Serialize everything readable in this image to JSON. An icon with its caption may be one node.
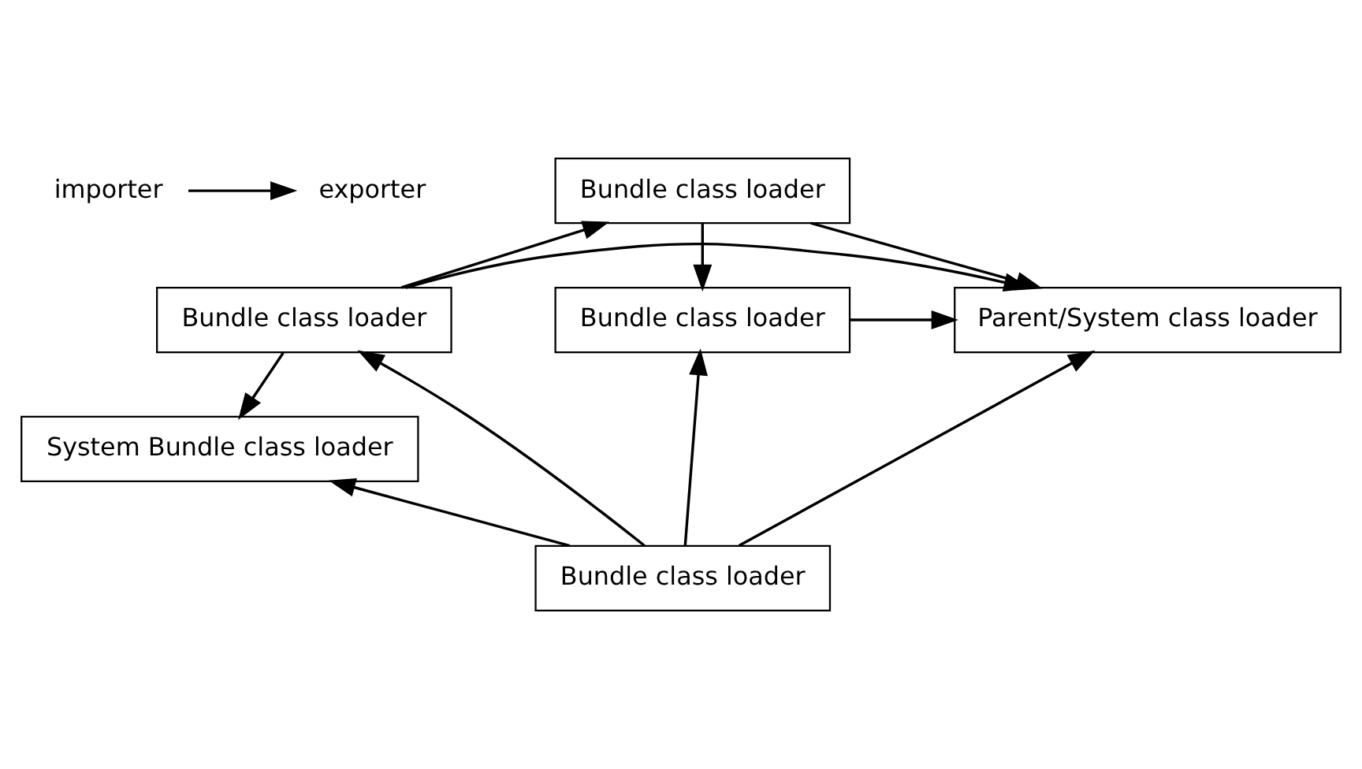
{
  "diagram": {
    "nodes": [
      {
        "text": [
          "importer"
        ]
      },
      {
        "text": [
          "exporter"
        ]
      },
      {
        "text": [
          "Bundle class loader"
        ]
      },
      {
        "text": [
          "Bundle class loader"
        ]
      },
      {
        "text": [
          "Parent/System class loader"
        ]
      },
      {
        "text": [
          "Bundle class loader"
        ]
      },
      {
        "text": [
          "System Bundle class loader"
        ]
      },
      {
        "text": [
          "Bundle class loader"
        ]
      }
    ],
    "edges": [
      {
        "from": 0,
        "to": 1,
        "arrow": "to"
      },
      {
        "from": 2,
        "to": 3,
        "arrow": "to"
      },
      {
        "from": 2,
        "to": 4,
        "arrow": "to"
      },
      {
        "from": 5,
        "to": 2,
        "arrow": "to"
      },
      {
        "from": 3,
        "to": 4,
        "arrow": "to"
      },
      {
        "from": 5,
        "to": 4,
        "arrow": "to"
      },
      {
        "from": 5,
        "to": 6,
        "arrow": "to"
      },
      {
        "from": 7,
        "to": 3,
        "arrow": "to"
      },
      {
        "from": 7,
        "to": 4,
        "arrow": "to"
      },
      {
        "from": 7,
        "to": 5,
        "arrow": "to"
      },
      {
        "from": 7,
        "to": 6,
        "arrow": "to"
      }
    ]
  }
}
